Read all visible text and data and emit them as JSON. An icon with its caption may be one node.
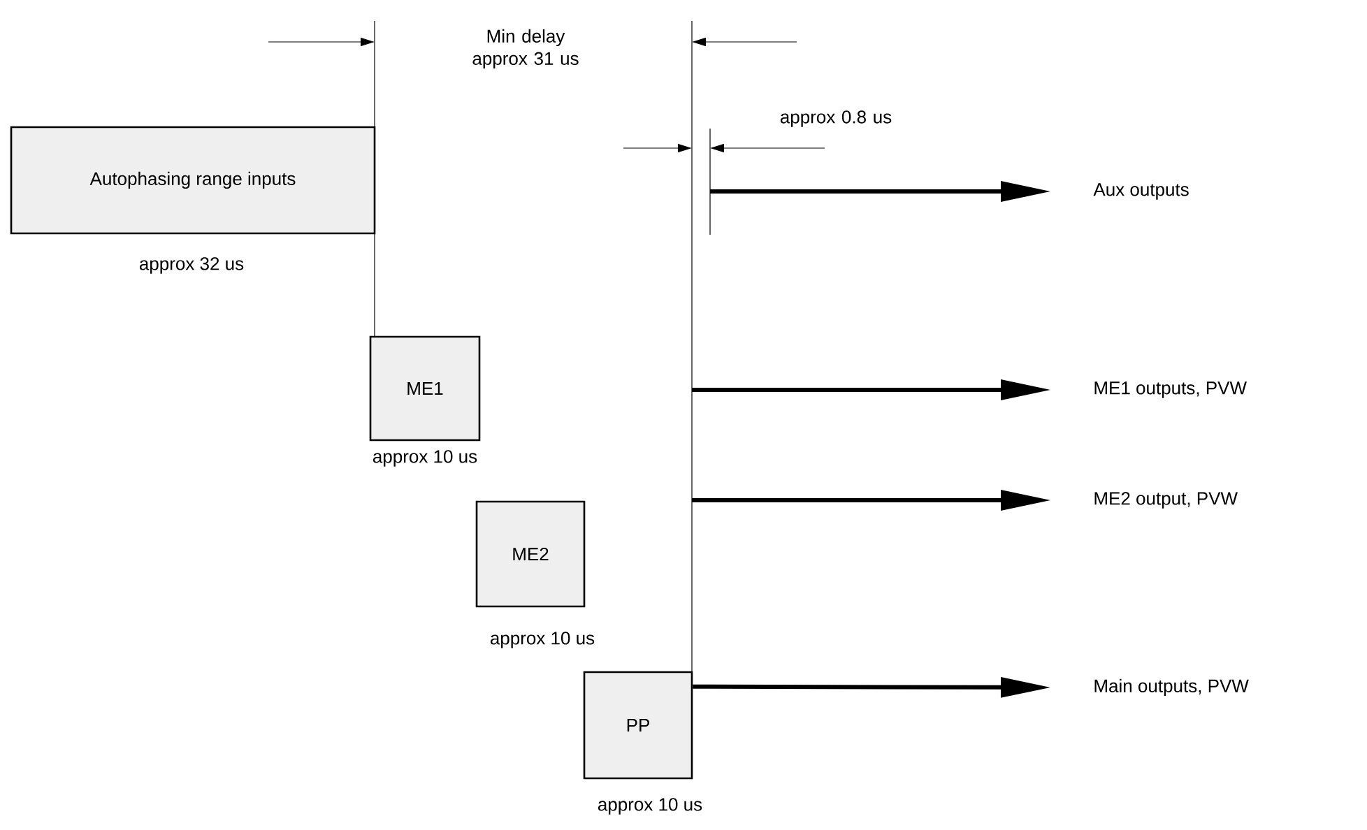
{
  "diagram": {
    "nodes": [
      {
        "text": [
          "Autophasing range inputs"
        ],
        "beside": [
          "approx 32 us"
        ]
      },
      {
        "text": [
          "ME1"
        ],
        "beside": [
          "approx 10 us"
        ]
      },
      {
        "text": [
          "ME2"
        ],
        "beside": [
          "approx 10 us"
        ]
      },
      {
        "text": [
          "PP"
        ],
        "beside": [
          "approx 10 us"
        ]
      },
      {
        "text": [
          "Aux outputs"
        ]
      },
      {
        "text": [
          "ME1 outputs, PVW"
        ]
      },
      {
        "text": [
          "ME2 output, PVW"
        ]
      },
      {
        "text": [
          "Main outputs, PVW"
        ]
      }
    ],
    "edges": [
      {
        "from": null,
        "to": 4,
        "arrow": "to"
      },
      {
        "from": null,
        "to": 5,
        "arrow": "to"
      },
      {
        "from": null,
        "to": 6,
        "arrow": "to"
      },
      {
        "from": 3,
        "to": 7,
        "arrow": "to"
      }
    ],
    "labels": [
      "Min delay approx 31 us",
      "approx 0.8 us"
    ]
  }
}
